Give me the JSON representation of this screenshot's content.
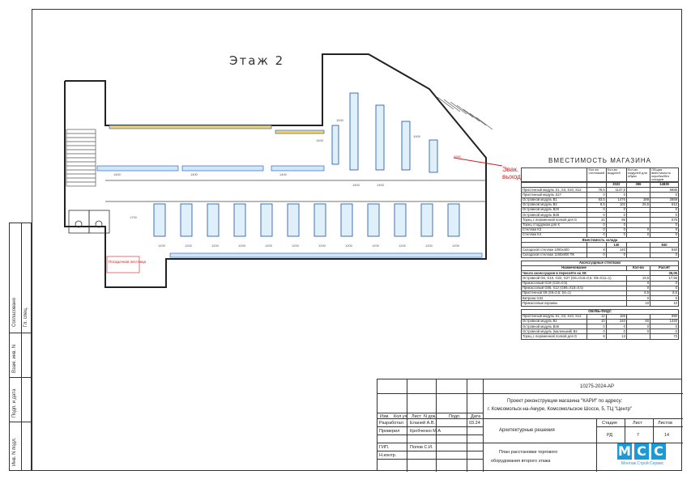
{
  "floor": {
    "label": "Этаж  2"
  },
  "exit_label": [
    "Эвак.",
    "выход"
  ],
  "plan_dims": [
    "1200",
    "1200",
    "1200",
    "1200",
    "1200",
    "1200",
    "1200",
    "1200",
    "1200",
    "1200",
    "1200",
    "1200",
    "1700",
    "1400",
    "1400",
    "1400",
    "1400",
    "1400",
    "1000",
    "1400",
    "2000",
    "1900"
  ],
  "stair_label": "Посадочная лестница",
  "capacity": {
    "title": "ВМЕСТИМОСТЬ МАГАЗИНА",
    "col_headers": [
      "Кол-во стеллажей",
      "Кол-во модулей",
      "Кол-во модулей для обуви",
      "Общая вместимость коробки/без складов"
    ],
    "totals": [
      "2022",
      "396",
      "14839"
    ],
    "rows": [
      [
        "Пристенный модуль S1, S3, S10, S12",
        "78,5",
        "1147,5",
        "",
        "6885"
      ],
      [
        "Пристенный модуль S27",
        "0",
        "0",
        "",
        "0"
      ],
      [
        "Островной модуль B1",
        "83,5",
        "1476",
        "389",
        "2859"
      ],
      [
        "Островной модуль B2",
        "8,5",
        "102",
        "25,5",
        "612"
      ],
      [
        "Островной модуль B20",
        "0",
        "0",
        "",
        "0"
      ],
      [
        "Островной модуль B36",
        "0",
        "0",
        "",
        "0"
      ],
      [
        "Торец с переменной полкой для G",
        "24",
        "96",
        "",
        "576"
      ],
      [
        "Торец стоддумом для К",
        "0",
        "0",
        "",
        "0"
      ],
      [
        "Стеллаж К3",
        "0",
        "0",
        "0",
        "0"
      ],
      [
        "Стеллаж К4",
        "0",
        "0",
        "0",
        "0"
      ]
    ],
    "warehouse_title": "Вместимость склада",
    "warehouse_totals": [
      "140",
      "840"
    ],
    "warehouse_rows": [
      [
        "Складской стеллаж 1000х400",
        "8",
        "140",
        "",
        "840"
      ],
      [
        "Складской стеллаж 1150х800 ПК",
        "0",
        "0",
        "",
        "0"
      ]
    ],
    "acc_title": "Аксессуарные стеллажи",
    "acc_headers": [
      "Наименование",
      "Кол-во",
      "Расчёт"
    ],
    "acc_total_label": "Число аксессуаров в пересчёте на S9:",
    "acc_total_value": "36,05",
    "acc_rows": [
      [
        "Островной G6, G10, G22, G27 (G6=G18=0,5; G9=G11=1)",
        "19,5",
        "17,55"
      ],
      [
        "Прикассовый G19 (G19=0,5)",
        "0",
        "0"
      ],
      [
        "Прикассовый G86, X12 (G86=X18=0,5)",
        "0",
        "0"
      ],
      [
        "Пристенный S9 (S9=0,5; S4=1)",
        "8,5",
        "8,5"
      ],
      [
        "Витрина G32",
        "0",
        "0"
      ],
      [
        "Прикассовые корзины",
        "10",
        "10"
      ]
    ],
    "shoe_title": "ОБУВЬ-ФИДС",
    "shoe_rows": [
      [
        "Пристенный модуль S1, S3, S10, S12",
        "12",
        "165",
        "",
        "990"
      ],
      [
        "Островной модуль B1",
        "10",
        "240",
        "60",
        "1440"
      ],
      [
        "Островной модуль B36",
        "0",
        "0",
        "0",
        "0"
      ],
      [
        "Островной модуль (маленький) B2",
        "0",
        "0",
        "0",
        "0"
      ],
      [
        "Торец с переменной полкой для G",
        "8",
        "13",
        "",
        "73"
      ]
    ]
  },
  "side_stamps": [
    "Согласовано",
    "Взам. инв. N",
    "Подп. и дата",
    "Инв. N подл."
  ],
  "side_small": [
    "Гл. спец."
  ],
  "title_block": {
    "code": "10275-2024-АР",
    "project": "Проект реконструкции магазина \"КАРИ\" по адресу:",
    "address": "г. Комсомольск-на-Амуре, Комсомольское Шоссе, 5, ТЦ \"Центр\"",
    "section": "Архитектурные решения",
    "sheet_title_1": "План расстановки торгового",
    "sheet_title_2": "оборудования второго этажа",
    "col_labels": [
      "Изм.",
      "Кол.уч",
      "Лист",
      "N док.",
      "Подп.",
      "Дата"
    ],
    "stage_label": "Стадия",
    "sheet_label": "Лист",
    "sheets_label": "Листов",
    "stage": "РД",
    "sheet": "7",
    "sheets": "14",
    "roles": [
      "Разработал",
      "Проверил",
      "",
      "ГИП.",
      "Н.контр."
    ],
    "names": [
      "Еланей А.В.",
      "Кробченко М.А",
      "",
      "Попов С.И.",
      ""
    ],
    "date": "03.24",
    "logo_letters": [
      "М",
      "С",
      "С"
    ],
    "logo_caption": "Монтаж Строй Сервис"
  },
  "colors": {
    "accent_blue": "#1c9ad6",
    "exit_red": "#c22222"
  }
}
